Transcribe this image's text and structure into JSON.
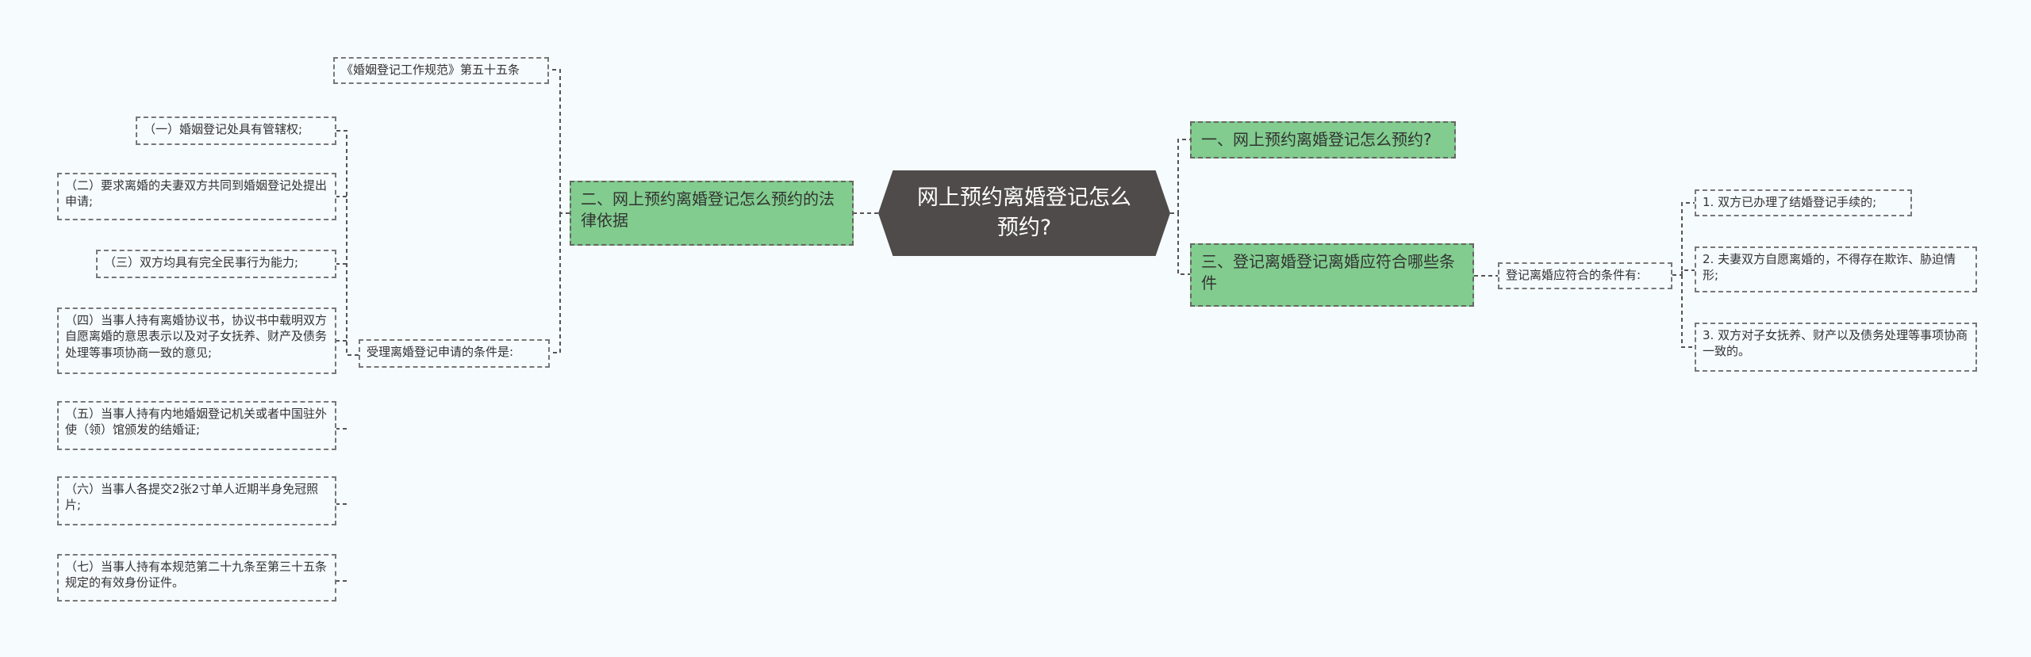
{
  "root": "网上预约离婚登记怎么预约?",
  "right": {
    "topic1": "一、网上预约离婚登记怎么预约?",
    "topic3": "三、登记离婚登记离婚应符合哪些条件",
    "sub": "登记离婚应符合的条件有:",
    "items": [
      "1. 双方已办理了结婚登记手续的;",
      "2. 夫妻双方自愿离婚的，不得存在欺诈、胁迫情形;",
      "3. 双方对子女抚养、财产以及债务处理等事项协商一致的。"
    ]
  },
  "left": {
    "topic2": "二、网上预约离婚登记怎么预约的法律依据",
    "ref": "《婚姻登记工作规范》第五十五条",
    "sub": "受理离婚登记申请的条件是:",
    "items": [
      "（一）婚姻登记处具有管辖权;",
      "（二）要求离婚的夫妻双方共同到婚姻登记处提出申请;",
      "（三）双方均具有完全民事行为能力;",
      "（四）当事人持有离婚协议书，协议书中载明双方自愿离婚的意思表示以及对子女抚养、财产及债务处理等事项协商一致的意见;",
      "（五）当事人持有内地婚姻登记机关或者中国驻外使（领）馆颁发的结婚证;",
      "（六）当事人各提交2张2寸单人近期半身免冠照片;",
      "（七）当事人持有本规范第二十九条至第三十五条规定的有效身份证件。"
    ]
  }
}
